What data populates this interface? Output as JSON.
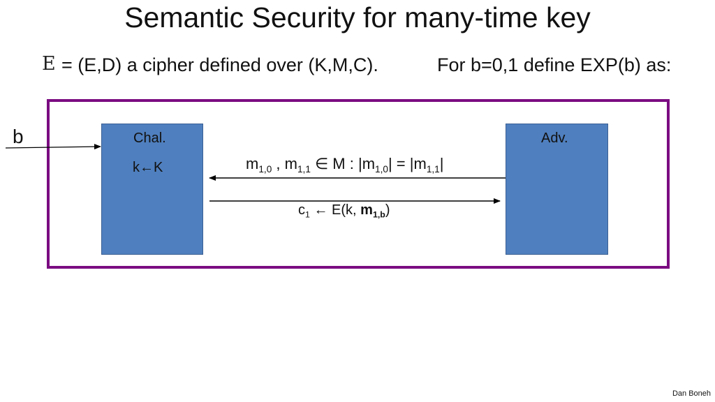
{
  "title": "Semantic Security for many-time key",
  "definition": {
    "cipher_symbol": "E",
    "text": "= (E,D)   a cipher defined over  (K,M,C).",
    "for_text": "For   b=0,1   define EXP(b)  as:"
  },
  "input_label": "b",
  "challenger": {
    "label": "Chal.",
    "key_text": "k←K"
  },
  "adversary": {
    "label": "Adv."
  },
  "message_query": {
    "m": "m",
    "sub_10": "1,0",
    "comma": " , ",
    "sub_11": "1,1",
    "in_text": " ∈ M :   |",
    "len_mid": "| = |",
    "len_end": "|"
  },
  "message_response": {
    "c": "c",
    "c_sub": "1",
    "arrow_text": " ← E(k, ",
    "m_bold": "m",
    "m_sub": "1,b",
    "close": ")"
  },
  "footer": "Dan Boneh",
  "colors": {
    "frame": "#7b0c82",
    "box": "#4f7fbe"
  }
}
